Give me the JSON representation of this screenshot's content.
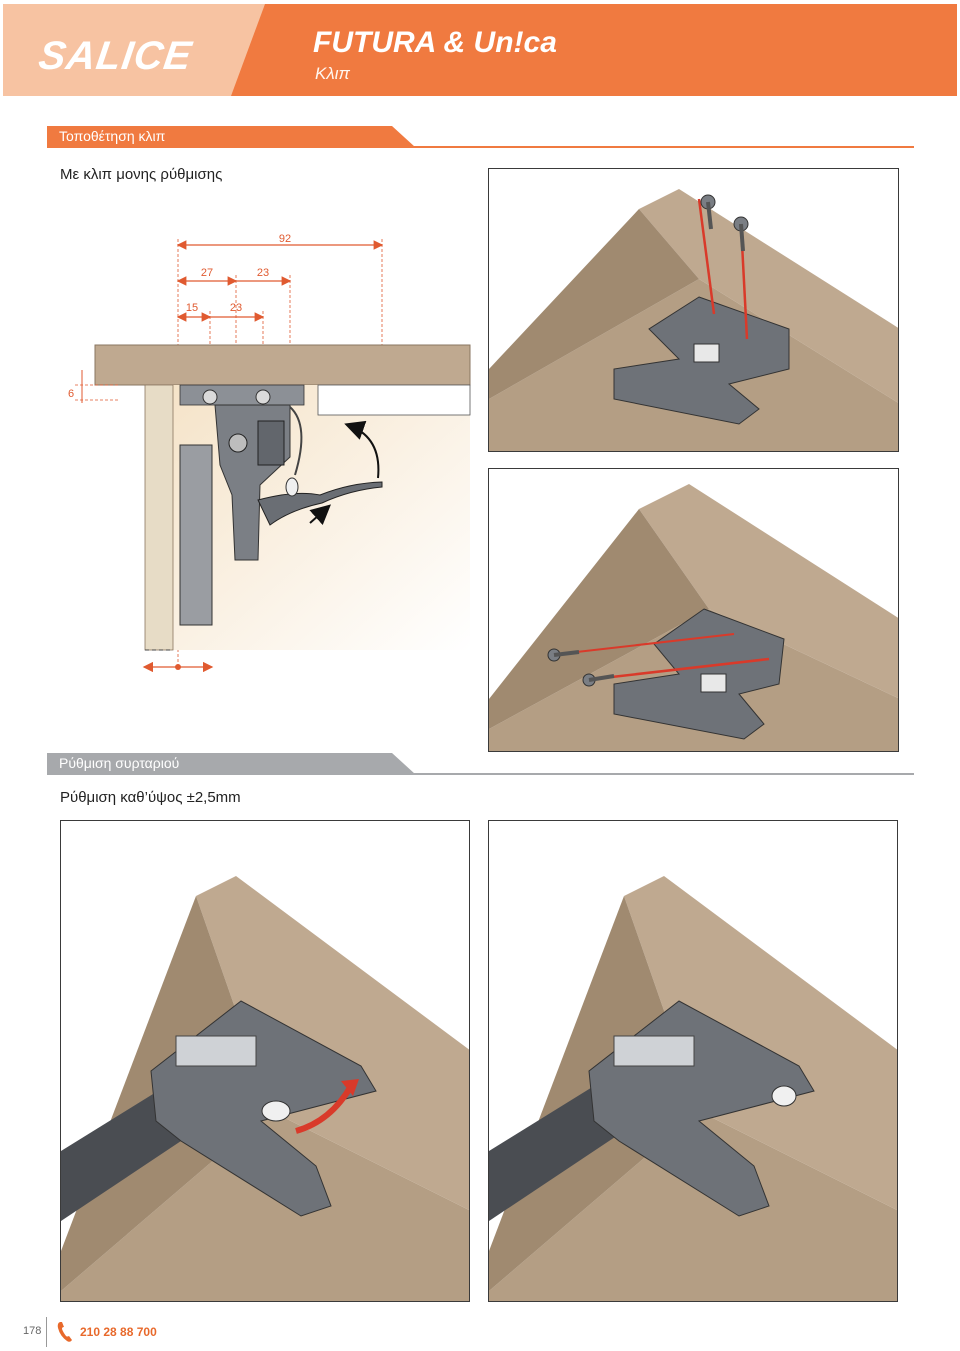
{
  "header": {
    "brand": "SALICE",
    "product": "FUTURA & Un!ca",
    "subtitle": "Κλιπ"
  },
  "section1": {
    "label": "Τοποθέτηση κλιπ",
    "subheading": "Με κλιπ μονης ρύθμισης"
  },
  "dimensions": {
    "d1": "92",
    "d2": "27",
    "d3": "23",
    "d4": "15",
    "d5": "23",
    "d6": "6"
  },
  "section2": {
    "label": "Ρύθμιση συρταριού",
    "subheading": "Ρύθμιση καθ’ύψος ±2,5mm"
  },
  "footer": {
    "page": "178",
    "phone": "210 28 88 700"
  },
  "colors": {
    "accent": "#f07a40",
    "logo_bg": "#f7c3a2",
    "wood": "#bfa990",
    "wood_dark": "#a08a70",
    "plastic": "#6e7278",
    "arrow_red": "#d93a2a"
  },
  "icons": {
    "phone": "phone-icon",
    "screw": "screw-icon",
    "arrow": "arrow-icon"
  }
}
